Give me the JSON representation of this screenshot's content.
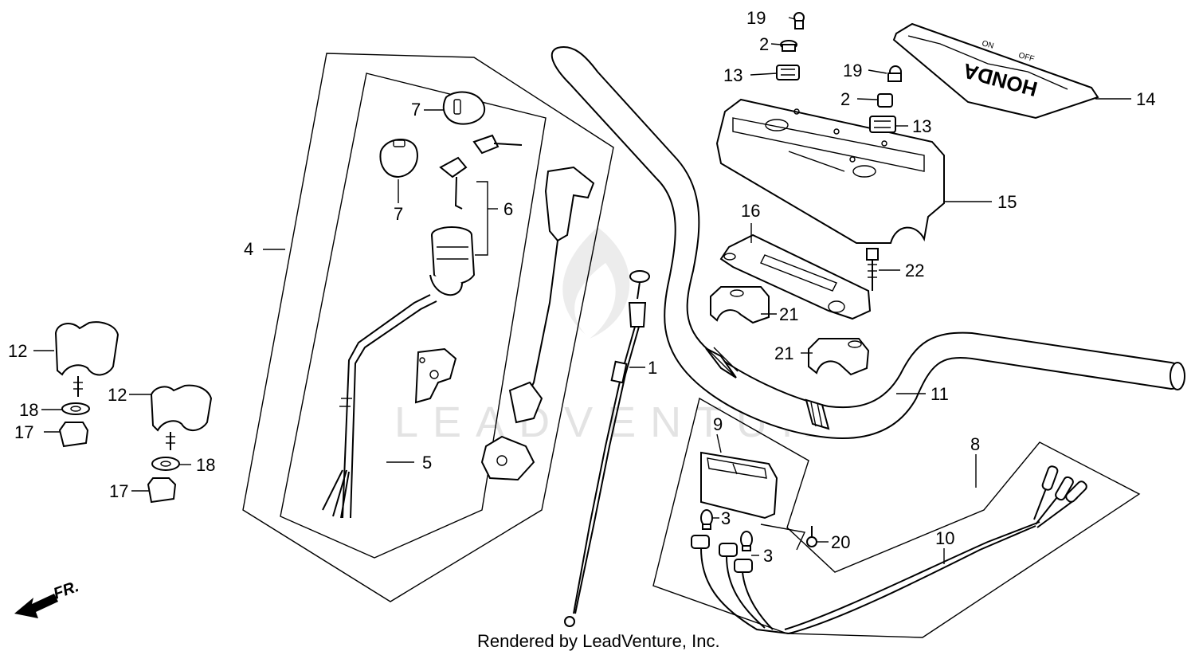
{
  "diagram": {
    "watermark": "LEADVENTURE",
    "footer": "Rendered by LeadVenture, Inc.",
    "direction_label": "FR.",
    "brand_on_cover": "HONDA",
    "cover_small_marks": [
      "ON",
      "OFF"
    ],
    "callouts": {
      "c1": "1",
      "c2a": "2",
      "c2b": "2",
      "c3a": "3",
      "c3b": "3",
      "c4": "4",
      "c5": "5",
      "c6": "6",
      "c7a": "7",
      "c7b": "7",
      "c8": "8",
      "c9": "9",
      "c10": "10",
      "c11": "11",
      "c12a": "12",
      "c12b": "12",
      "c13a": "13",
      "c13b": "13",
      "c14": "14",
      "c15": "15",
      "c16": "16",
      "c17a": "17",
      "c17b": "17",
      "c18a": "18",
      "c18b": "18",
      "c19a": "19",
      "c19b": "19",
      "c20": "20",
      "c21a": "21",
      "c21b": "21",
      "c22": "22"
    }
  }
}
